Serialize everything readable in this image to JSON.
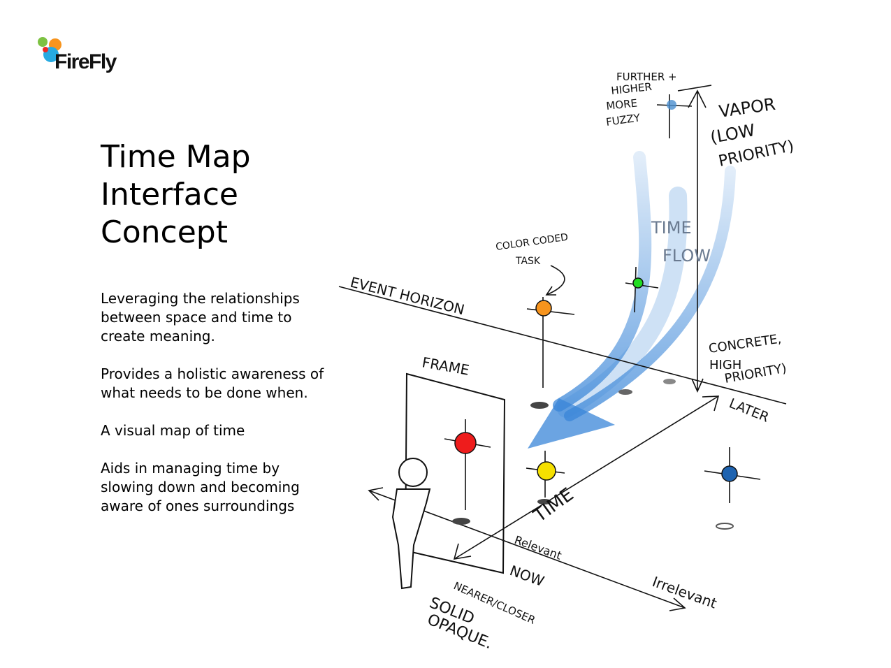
{
  "brand": {
    "name": "FireFly",
    "dot_colors": [
      "#7dc242",
      "#f7941d",
      "#ee2a24",
      "#27aae1"
    ]
  },
  "slide": {
    "title_lines": [
      "Time Map",
      "Interface",
      "Concept"
    ],
    "paragraphs": [
      "Leveraging the relationships between space and time to create meaning.",
      "Provides a holistic awareness of what needs to be done when.",
      "A visual map of time",
      "Aids in managing time by slowing down and becoming aware of ones surroundings"
    ]
  },
  "sketch": {
    "labels": {
      "further": "FURTHER +",
      "higher": "HIGHER",
      "more": "MORE",
      "fuzzy": "FUZZY",
      "vapor": "VAPOR",
      "low": "(LOW",
      "priority_low": "PRIORITY)",
      "time_flow_1": "TIME",
      "time_flow_2": "FLOW",
      "color_coded": "COLOR CODED",
      "task": "TASK",
      "event_horizon": "EVENT HORIZON",
      "concrete": "CONCRETE,",
      "high": "HIGH",
      "priority_high": "PRIORITY)",
      "later": "LATER",
      "frame": "FRAME",
      "time_axis": "TIME",
      "relevant": "Relevant",
      "irrelevant": "Irrelevant",
      "now": "NOW",
      "nearer": "NEARER/CLOSER",
      "solid": "SOLID",
      "opaque": "OPAQUE."
    },
    "dot_colors": {
      "fuzzy": "#4a8fd0",
      "green": "#22dd22",
      "orange": "#f7941d",
      "red": "#ee1c1c",
      "yellow": "#f5e000",
      "blue": "#1e63b0",
      "flow": "#3a86d8"
    }
  }
}
